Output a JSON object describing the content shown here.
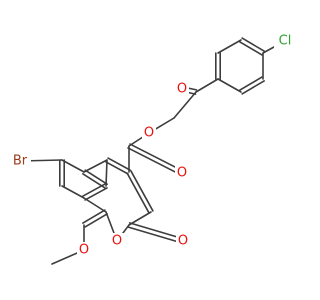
{
  "colors": {
    "background": "#ffffff",
    "bond": "#3d3d3d",
    "carbon": "#3d3d3d",
    "oxygen": "#e8120f",
    "bromine": "#9a3b1c",
    "chlorine": "#2fa32f"
  },
  "atoms": [
    {
      "id": "cl",
      "label": "Cl",
      "element": "chlorine"
    },
    {
      "id": "o_keto",
      "label": "O",
      "element": "oxygen"
    },
    {
      "id": "o_ester",
      "label": "O",
      "element": "oxygen"
    },
    {
      "id": "o_carb",
      "label": "O",
      "element": "oxygen"
    },
    {
      "id": "br",
      "label": "Br",
      "element": "bromine"
    },
    {
      "id": "o_ring",
      "label": "O",
      "element": "oxygen"
    },
    {
      "id": "o_lac",
      "label": "O",
      "element": "oxygen"
    },
    {
      "id": "o_meth",
      "label": "O",
      "element": "oxygen"
    }
  ]
}
